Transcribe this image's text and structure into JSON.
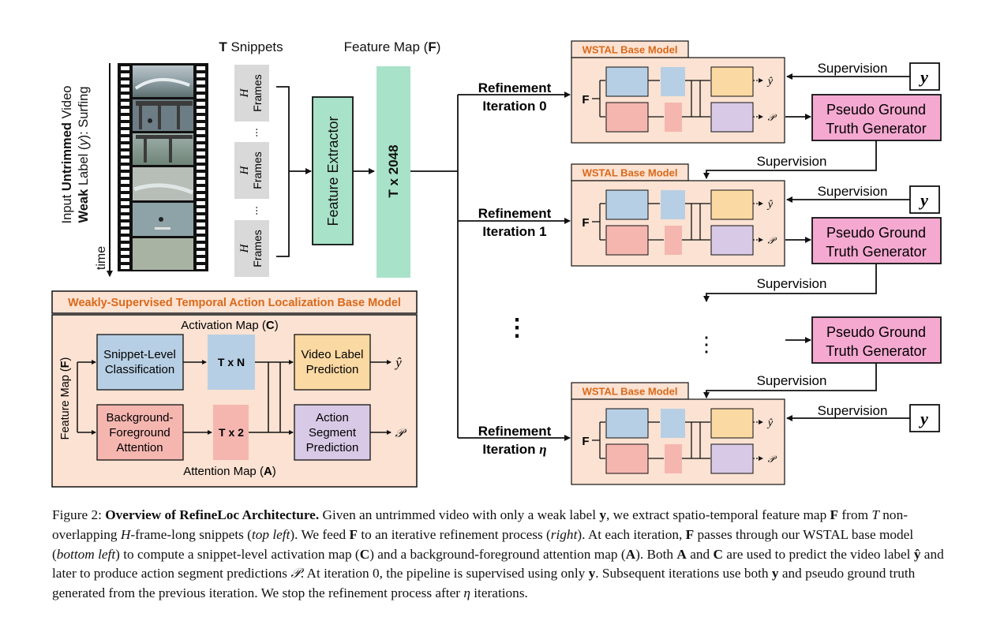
{
  "top": {
    "snippets_label_bold": "T",
    "snippets_label_rest": " Snippets",
    "feature_map_label": "Feature Map (",
    "feature_map_label_f": "F",
    "feature_map_label_close": ")",
    "input_line1_a": "Input ",
    "input_line1_b": "Untrimmed",
    "input_line1_c": " Video",
    "input_line2_a": "Weak",
    "input_line2_b": " Label (",
    "input_line2_y": "y",
    "input_line2_c": "): Surfing",
    "time_label": "time",
    "snippet_h": "H",
    "snippet_frames": "Frames",
    "ellipsis": "...",
    "feature_extractor": "Feature Extractor",
    "feature_dim": "T x 2048"
  },
  "base_model": {
    "title": "Weakly-Supervised Temporal Action Localization Base Model",
    "activation_map": "Activation Map (",
    "activation_map_c": "C",
    "attention_map": "Attention Map (",
    "attention_map_a": "A",
    "map_close": ")",
    "feature_map_side": "Feature Map (",
    "feature_map_side_f": "F",
    "snippet_cls_1": "Snippet-Level",
    "snippet_cls_2": "Classification",
    "txn": "T x N",
    "video_label_1": "Video Label",
    "video_label_2": "Prediction",
    "bg_fg_1": "Background-",
    "bg_fg_2": "Foreground",
    "bg_fg_3": "Attention",
    "tx2": "T x 2",
    "action_seg_1": "Action",
    "action_seg_2": "Segment",
    "action_seg_3": "Prediction",
    "yhat": "ŷ",
    "p_symbol": "𝒫"
  },
  "refinement": {
    "wstal": "WSTAL Base Model",
    "refinement_word": "Refinement",
    "iteration_0": "Iteration 0",
    "iteration_1": "Iteration 1",
    "iteration_eta": "Iteration ",
    "eta": "η",
    "supervision": "Supervision",
    "pseudo_1": "Pseudo Ground",
    "pseudo_2": "Truth Generator",
    "y_label": "y",
    "f_label": "F",
    "yhat": "ŷ",
    "p_symbol": "𝒫",
    "vdots": "⋮"
  },
  "caption": {
    "fig": "Figure 2: ",
    "title": "Overview of RefineLoc Architecture.",
    "t1": " Given an untrimmed video with only a weak label ",
    "y": "y",
    "t2": ", we extract spatio-temporal feature map ",
    "F": "F",
    "t3": " from ",
    "T": "T",
    "t4": " non-overlapping ",
    "H": "H",
    "t5": "-frame-long snippets (",
    "top_left": "top left",
    "t6": "). We feed ",
    "t7": " to an iterative refinement process (",
    "right": "right",
    "t8": "). At each iteration, ",
    "t9": " passes through our WSTAL base model (",
    "bottom_left": "bottom left",
    "t10": ") to compute a snippet-level activation map (",
    "C": "C",
    "t11": ") and a background-foreground attention map (",
    "A": "A",
    "t12": "). Both ",
    "t13": " and ",
    "t14": " are used to predict the video label ",
    "yhat": "ŷ",
    "t15": " and later to produce action segment predictions ",
    "P": "𝒫",
    "t16": ". At iteration 0, the pipeline is supervised using only ",
    "t17": ". Subsequent iterations use both ",
    "t18": " and pseudo ground truth generated from the previous iteration. We stop the refinement process after ",
    "eta": "η",
    "t19": " iterations."
  },
  "colors": {
    "blue": "#b7cfe4",
    "red": "#f5b6b0",
    "orange": "#fbd9a3",
    "purple": "#d8c9e6",
    "green": "#a8e2c8",
    "pink": "#f5a9d1",
    "beige": "#fbe2d2",
    "title_orange": "#d9691a",
    "gray": "#d9d9d9"
  }
}
